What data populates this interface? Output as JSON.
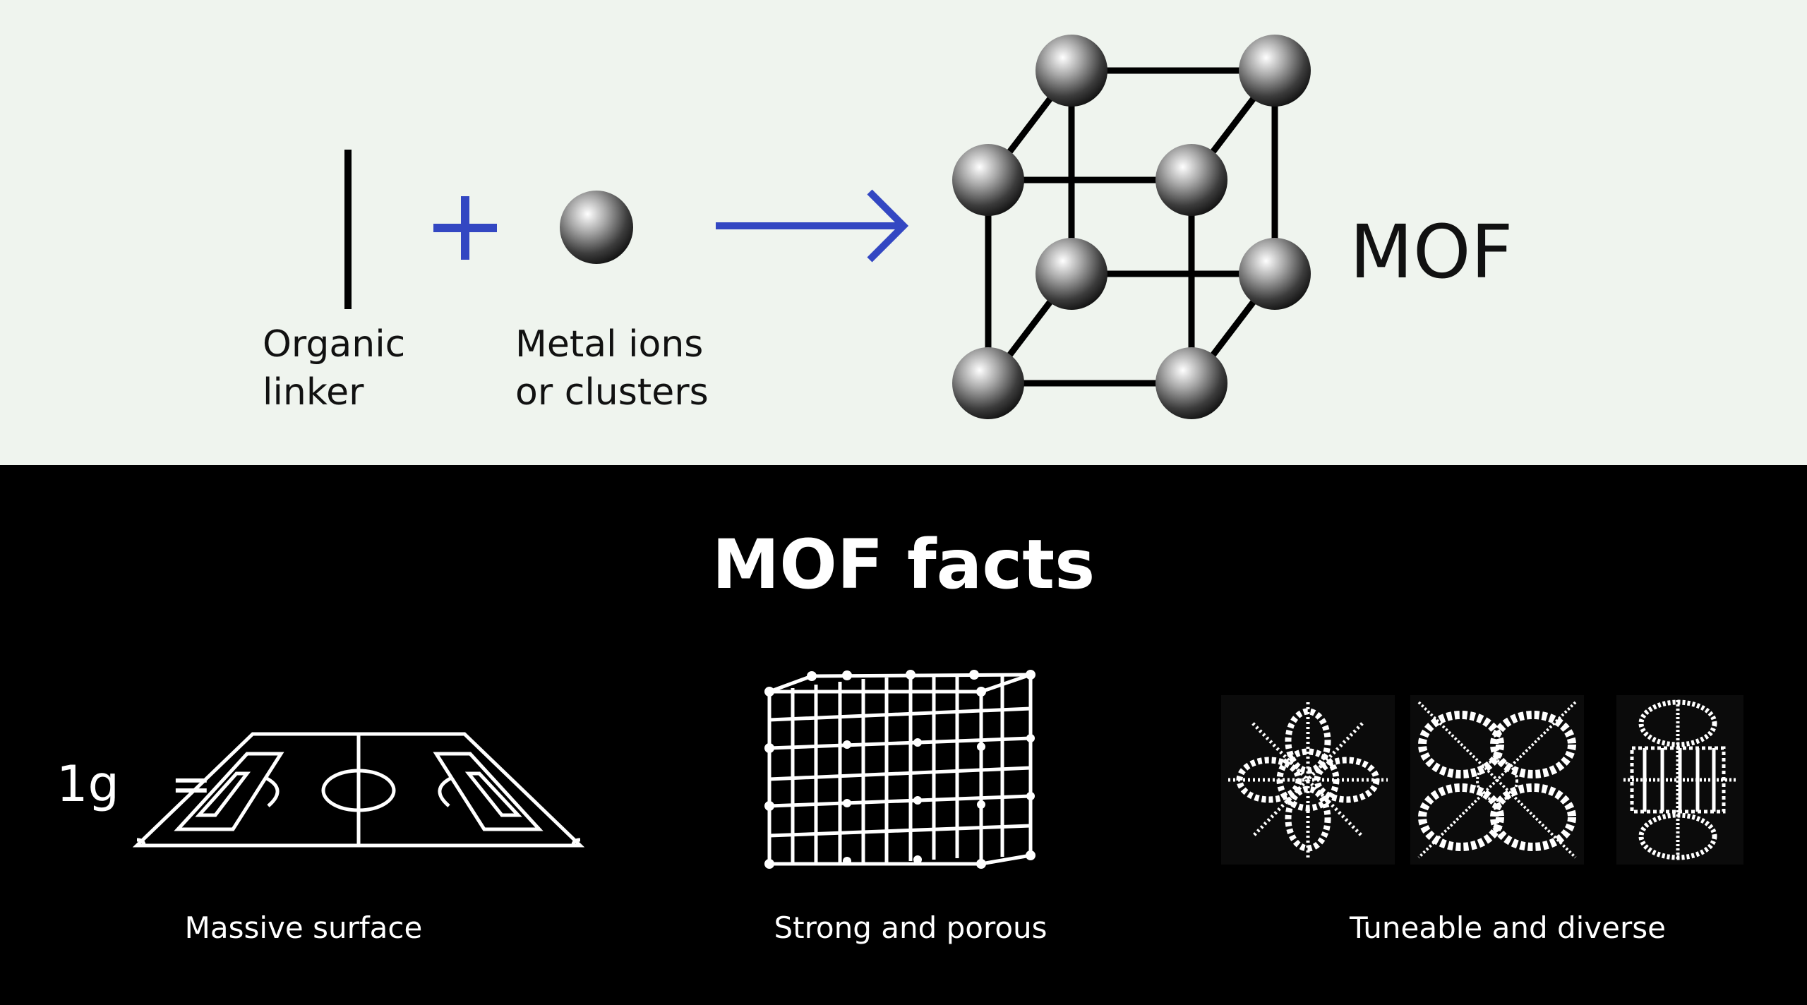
{
  "top": {
    "linker_line1": "Organic",
    "linker_line2": "linker",
    "metal_line1": "Metal ions",
    "metal_line2": "or clusters",
    "mof_label": "MOF",
    "plus_color": "#3347c2",
    "arrow_color": "#3347c2"
  },
  "bottom": {
    "title": "MOF facts",
    "equation_left": "1g",
    "equation_sign": "=",
    "captions": [
      "Massive surface",
      "Strong and porous",
      "Tuneable and diverse"
    ]
  }
}
